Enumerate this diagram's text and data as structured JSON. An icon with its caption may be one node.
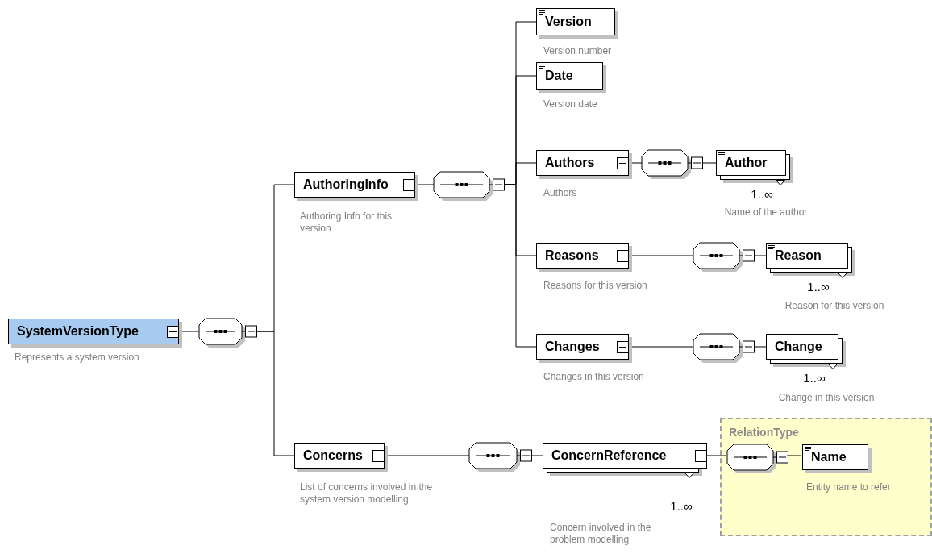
{
  "diagram": {
    "nodes": [
      {
        "text": [
          "SystemVersionType"
        ],
        "beside": [
          "Represents a system version"
        ]
      },
      {
        "text": [],
        "shape": "octagon"
      },
      {
        "text": [
          "AuthoringInfo"
        ],
        "beside": [
          "Authoring Info for this version"
        ]
      },
      {
        "text": [],
        "shape": "octagon"
      },
      {
        "text": [
          "Version"
        ],
        "beside": [
          "Version number"
        ]
      },
      {
        "text": [
          "Date"
        ],
        "beside": [
          "Version date"
        ]
      },
      {
        "text": [
          "Authors"
        ],
        "beside": [
          "Authors"
        ]
      },
      {
        "text": [],
        "shape": "octagon"
      },
      {
        "text": [
          "Author"
        ],
        "beside": [
          "1..∞",
          "Name of the author"
        ]
      },
      {
        "text": [
          "Reasons"
        ],
        "beside": [
          "Reasons for this version"
        ]
      },
      {
        "text": [],
        "shape": "octagon"
      },
      {
        "text": [
          "Reason"
        ],
        "beside": [
          "1..∞",
          "Reason for this version"
        ]
      },
      {
        "text": [
          "Changes"
        ],
        "beside": [
          "Changes in this version"
        ]
      },
      {
        "text": [],
        "shape": "octagon"
      },
      {
        "text": [
          "Change"
        ],
        "beside": [
          "1..∞",
          "Change in this version"
        ]
      },
      {
        "text": [
          "Concerns"
        ],
        "beside": [
          "List of concerns involved in the system version modelling"
        ]
      },
      {
        "text": [],
        "shape": "octagon"
      },
      {
        "text": [
          "ConcernReference"
        ],
        "beside": [
          "1..∞",
          "Concern involved in the problem modelling"
        ]
      },
      {
        "text": [
          "RelationType"
        ]
      },
      {
        "text": [],
        "shape": "octagon",
        "in": 18
      },
      {
        "text": [
          "Name"
        ],
        "beside": [
          "Entity name to refer"
        ],
        "in": 18
      }
    ],
    "edges": [
      {
        "from": 0,
        "to": 1,
        "arrow": "none"
      },
      {
        "from": 1,
        "to": 2,
        "arrow": "none"
      },
      {
        "from": 1,
        "to": 15,
        "arrow": "none"
      },
      {
        "from": 2,
        "to": 3,
        "arrow": "none"
      },
      {
        "from": 3,
        "to": 4,
        "arrow": "none"
      },
      {
        "from": 3,
        "to": 5,
        "arrow": "none"
      },
      {
        "from": 3,
        "to": 6,
        "arrow": "none"
      },
      {
        "from": 3,
        "to": 9,
        "arrow": "none"
      },
      {
        "from": 3,
        "to": 12,
        "arrow": "none"
      },
      {
        "from": 6,
        "to": 7,
        "arrow": "none"
      },
      {
        "from": 7,
        "to": 8,
        "arrow": "none"
      },
      {
        "from": 9,
        "to": 10,
        "arrow": "none"
      },
      {
        "from": 10,
        "to": 11,
        "arrow": "none"
      },
      {
        "from": 12,
        "to": 13,
        "arrow": "none"
      },
      {
        "from": 13,
        "to": 14,
        "arrow": "none"
      },
      {
        "from": 15,
        "to": 16,
        "arrow": "none"
      },
      {
        "from": 16,
        "to": 17,
        "arrow": "none"
      },
      {
        "from": 17,
        "to": 19,
        "arrow": "none"
      },
      {
        "from": 19,
        "to": 20,
        "arrow": "none"
      }
    ]
  }
}
